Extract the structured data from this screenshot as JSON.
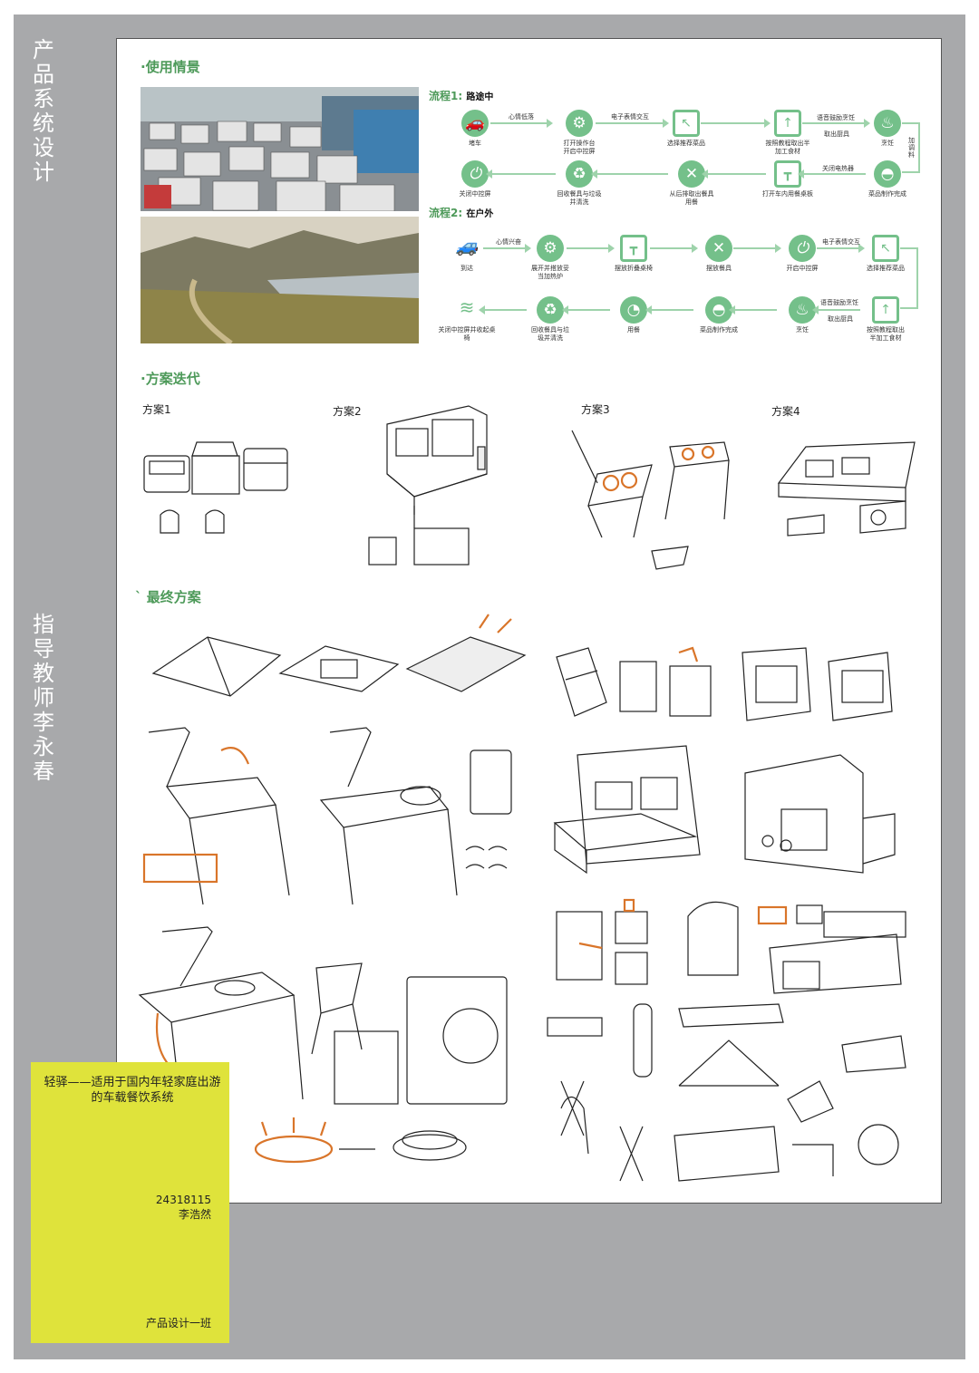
{
  "side": {
    "title": "产品系统设计",
    "advisor": "指导教师李永春"
  },
  "sections": {
    "scenario": "·使用情景",
    "iteration": "·方案迭代",
    "final": "` 最终方案"
  },
  "flow1": {
    "label": "流程1:",
    "sub": "路途中",
    "nodes": [
      "堵车",
      "打开操作台\n开启中控屏",
      "选择推荐菜品",
      "按照教程取出半\n加工食材",
      "烹饪",
      "菜品制作完成",
      "打开车内用餐桌板",
      "从后排取出餐具\n用餐",
      "回收餐具与垃圾\n并清洗",
      "关闭中控屏"
    ],
    "arrows": [
      "心情低落",
      "电子表情交互",
      "语音鼓励烹饪",
      "取出厨具",
      "加调料",
      "关闭电热器"
    ]
  },
  "flow2": {
    "label": "流程2:",
    "sub": "在户外",
    "nodes": [
      "到达",
      "展开并搭放妥\n当加热炉",
      "摆放折叠桌椅",
      "摆放餐具",
      "开启中控屏",
      "选择推荐菜品",
      "按照教程取出\n半加工食材",
      "烹饪",
      "菜品制作完成",
      "用餐",
      "回收餐具与垃\n圾并清洗",
      "关闭中控屏并收起桌\n椅"
    ],
    "arrows": [
      "心情兴奋",
      "电子表情交互",
      "语音鼓励烹饪",
      "取出厨具"
    ]
  },
  "schemes": [
    "方案1",
    "方案2",
    "方案3",
    "方案4"
  ],
  "info": {
    "title": "轻驿——适用于国内年轻家庭出游的车载餐饮系统",
    "student_id": "24318115",
    "student_name": "李浩然",
    "class": "产品设计一班"
  },
  "colors": {
    "accent_green": "#4e9a5a",
    "icon_green": "#74c08a",
    "frame_gray": "#a8a9ab",
    "info_yellow": "#dfe33b",
    "sketch_orange": "#d9752a"
  }
}
